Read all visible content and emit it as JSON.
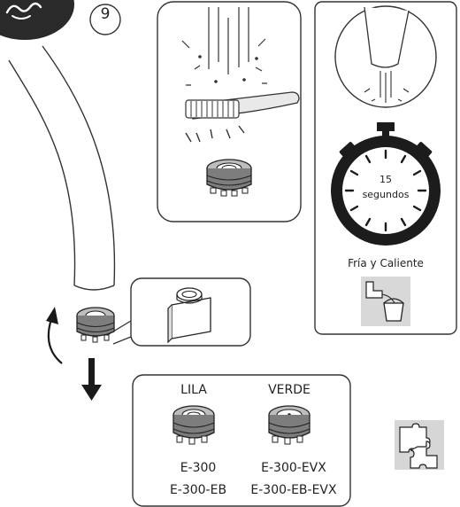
{
  "step": {
    "number": "9"
  },
  "timer": {
    "seconds": "15",
    "unit": "segundos"
  },
  "temperature_label": "Fría y Caliente",
  "models": {
    "left": {
      "color": "LILA",
      "codes": [
        "E-300",
        "E-300-EB"
      ]
    },
    "right": {
      "color": "VERDE",
      "codes": [
        "E-300-EVX",
        "E-300-EB-EVX"
      ]
    }
  },
  "icons": [
    "brand-badge-icon",
    "step-circle-icon",
    "faucet-spout-icon",
    "toothbrush-icon",
    "aerator-icon",
    "rotate-arrow-icon",
    "down-arrow-icon",
    "stopwatch-icon",
    "faucet-bucket-icon",
    "puzzle-icon"
  ]
}
